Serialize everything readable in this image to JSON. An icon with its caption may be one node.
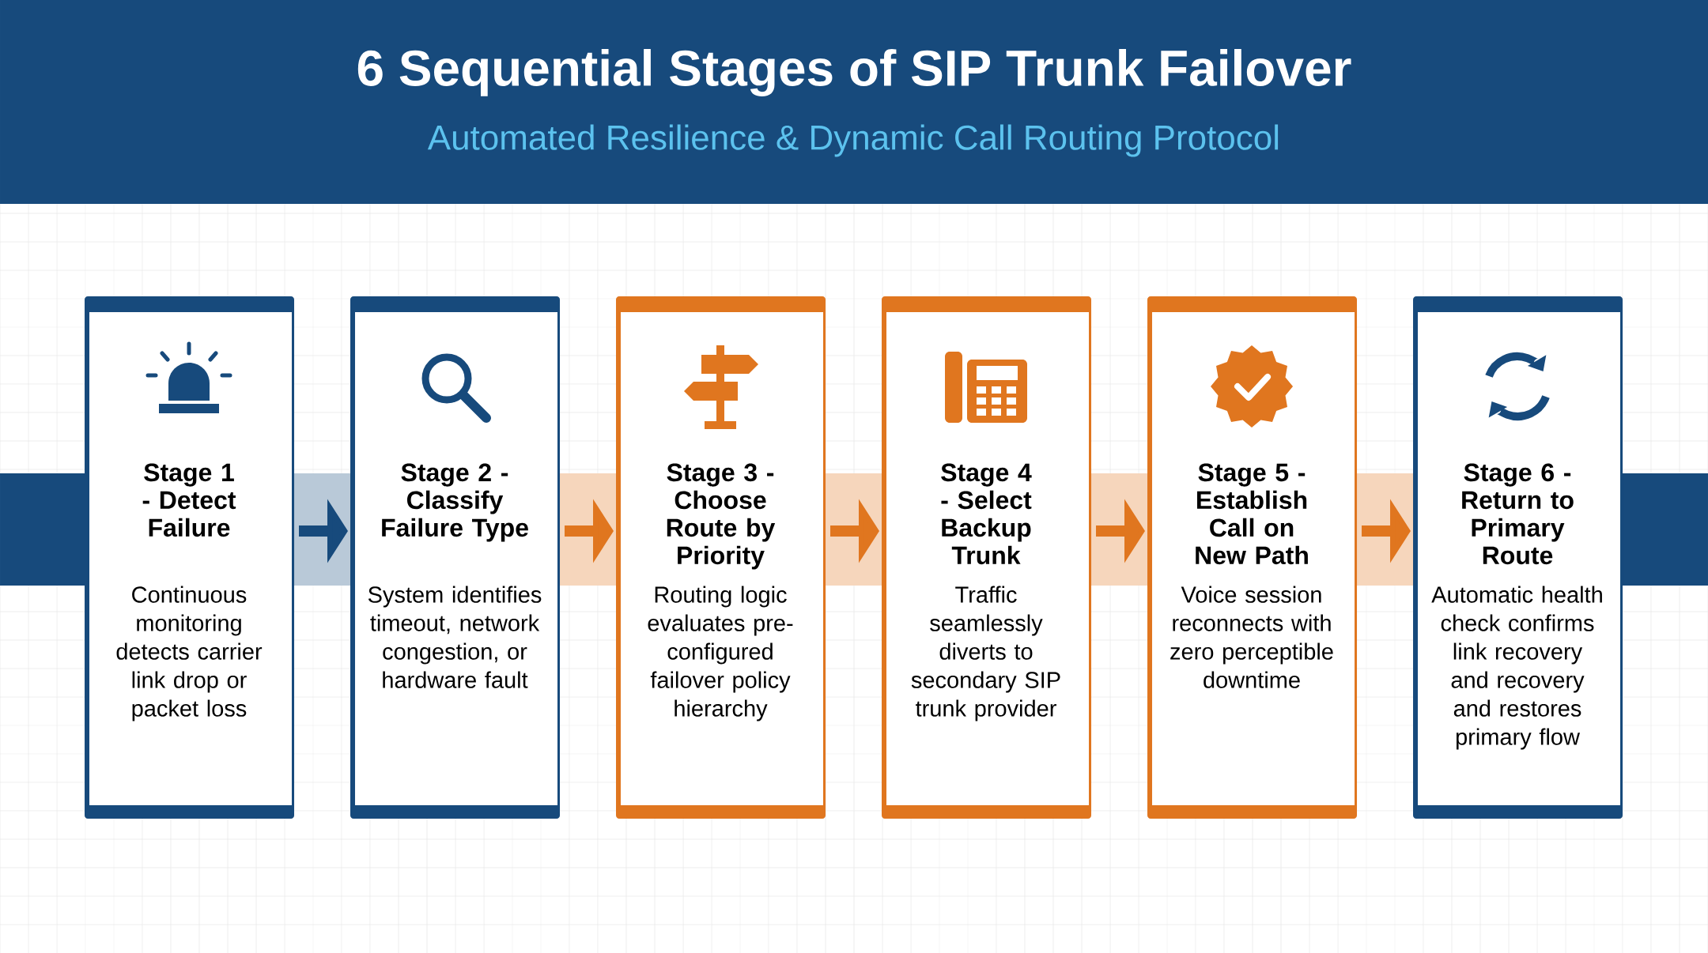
{
  "diagram": {
    "title": "6 Sequential Stages of SIP Trunk Failover",
    "caption": "Automated Resilience & Dynamic Call Routing Protocol",
    "nodes": [
      {
        "text": [
          "Stage 1 - Detect Failure",
          "Continuous monitoring detects carrier link drop or packet loss"
        ]
      },
      {
        "text": [
          "Stage 2 - Classify Failure Type",
          "System identifies timeout, network congestion, or hardware fault"
        ]
      },
      {
        "text": [
          "Stage 3 - Choose Route by Priority",
          "Routing logic evaluates pre-configured failover policy hierarchy"
        ]
      },
      {
        "text": [
          "Stage 4 - Select Backup Trunk",
          "Traffic seamlessly diverts to secondary SIP trunk provider"
        ]
      },
      {
        "text": [
          "Stage 5 - Establish Call on New Path",
          "Voice session reconnects with zero perceptible downtime"
        ]
      },
      {
        "text": [
          "Stage 6 - Return to Primary Route",
          "Automatic health check confirms link recovery and recovery and restores primary flow"
        ]
      }
    ],
    "edges": [
      {
        "from": 0,
        "to": 1,
        "arrow": "to",
        "color": "#174a7c"
      },
      {
        "from": 1,
        "to": 2,
        "arrow": "to"
      },
      {
        "from": 2,
        "to": 3,
        "arrow": "to"
      },
      {
        "from": 3,
        "to": 4,
        "arrow": "to"
      },
      {
        "from": 4,
        "to": 5,
        "arrow": "to"
      }
    ]
  }
}
